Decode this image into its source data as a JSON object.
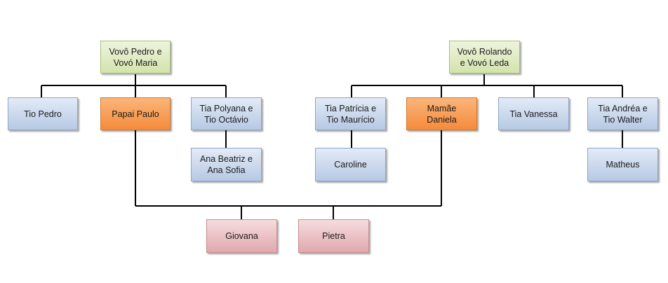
{
  "nodes": {
    "vovo_pedro": "Vovô Pedro e\nVovó Maria",
    "vovo_rolando": "Vovô Rolando\ne Vovó Leda",
    "tio_pedro": "Tio Pedro",
    "papai_paulo": "Papai Paulo",
    "tia_polyana": "Tia Polyana e\nTio Octávio",
    "ana_beatriz": "Ana Beatriz e\nAna Sofia",
    "tia_patricia": "Tia Patrícia e\nTio Maurício",
    "mamae_daniela": "Mamãe\nDaniela",
    "tia_vanessa": "Tia Vanessa",
    "tia_andrea": "Tia Andréa e\nTio Walter",
    "caroline": "Caroline",
    "matheus": "Matheus",
    "giovana": "Giovana",
    "pietra": "Pietra"
  },
  "colors": {
    "grandparents": "#d3e3ac",
    "relatives": "#b6c9e4",
    "parents": "#f58b3c",
    "children": "#e0a8ad",
    "connector": "#000000"
  }
}
